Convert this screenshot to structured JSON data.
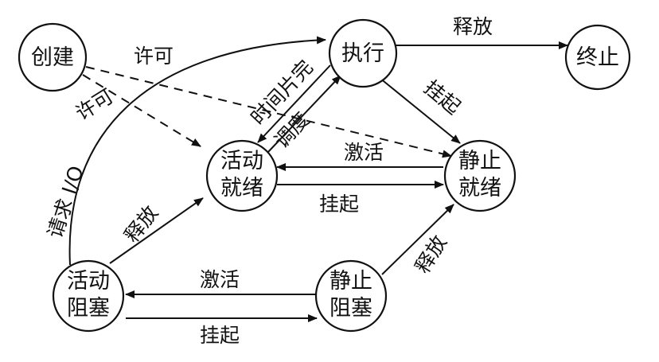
{
  "nodes": {
    "create": {
      "lines": [
        "创建"
      ]
    },
    "run": {
      "lines": [
        "执行"
      ]
    },
    "terminate": {
      "lines": [
        "终止"
      ]
    },
    "active_ready": {
      "lines": [
        "活动",
        "就绪"
      ]
    },
    "static_ready": {
      "lines": [
        "静止",
        "就绪"
      ]
    },
    "active_blocked": {
      "lines": [
        "活动",
        "阻塞"
      ]
    },
    "static_blocked": {
      "lines": [
        "静止",
        "阻塞"
      ]
    }
  },
  "edges": {
    "run_terminate": "释放",
    "create_static_ready": "许可",
    "create_active_ready": "许可",
    "run_active_ready": "时间片完",
    "active_ready_run": "调度",
    "run_static_ready": "挂起",
    "static_ready_active_ready": "激活",
    "active_ready_static_ready": "挂起",
    "active_blocked_run": "请求 I/O",
    "active_blocked_active_ready": "释放",
    "static_blocked_static_ready": "释放",
    "static_blocked_active_blocked": "激活",
    "active_blocked_static_blocked": "挂起"
  }
}
